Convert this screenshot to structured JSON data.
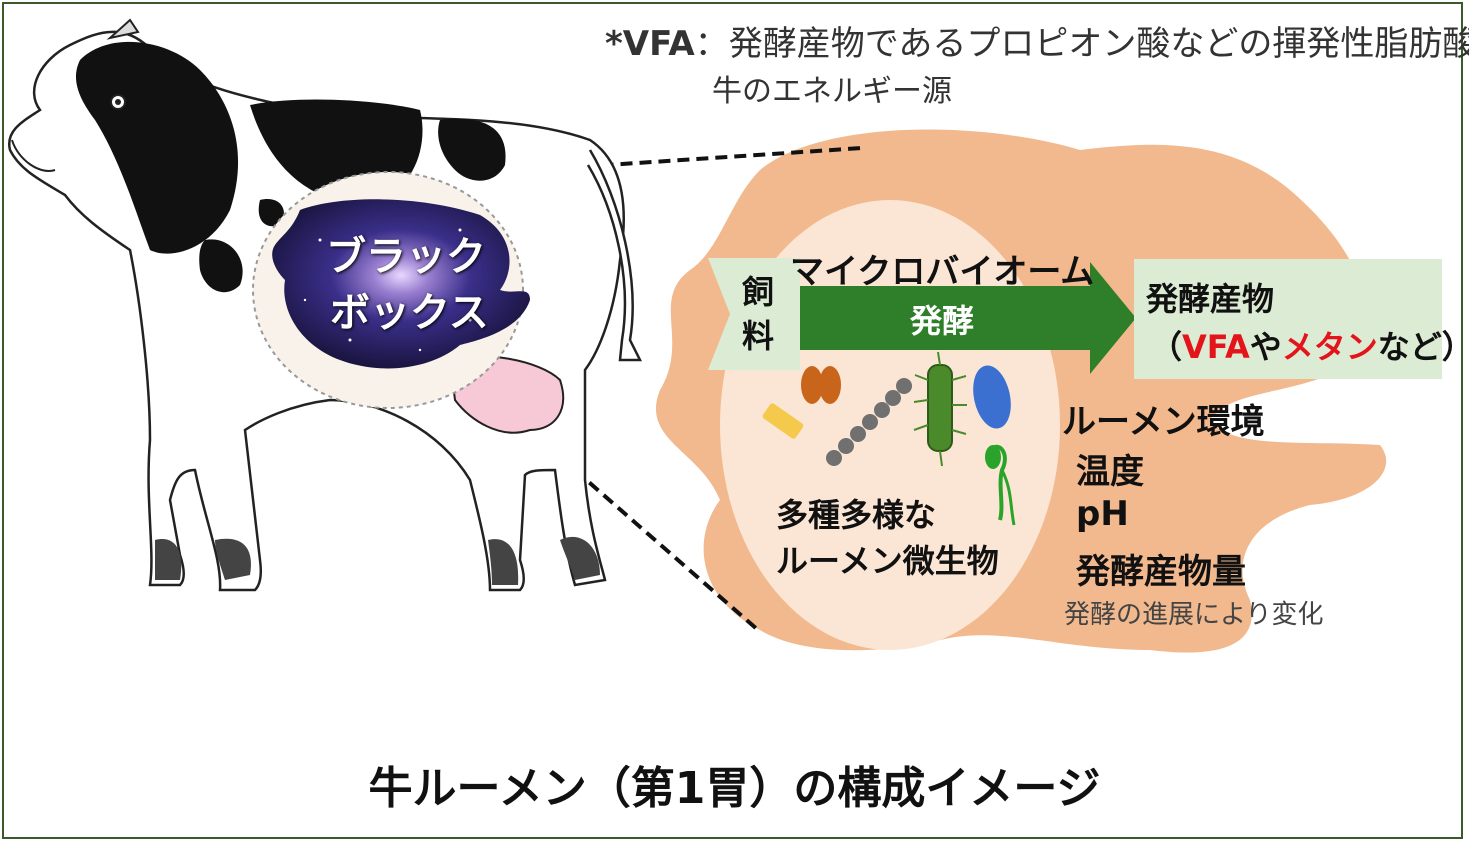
{
  "note": {
    "line1_label": "*VFA",
    "line1_rest": "：発酵産物であるプロピオン酸などの揮発性脂肪酸",
    "line2": "牛のエネルギー源"
  },
  "black_box": {
    "line1": "ブラック",
    "line2": "ボックス"
  },
  "feed_label": "飼料",
  "microbiome_label": "マイクロバイオーム",
  "fermentation_label": "発酵",
  "products": {
    "title": "発酵産物",
    "open": "（",
    "vfa": "VFA",
    "ya": "や",
    "methane": "メタン",
    "close": "など）"
  },
  "environment": {
    "title": "ルーメン環境",
    "items": [
      "温度",
      "pH",
      "発酵産物量"
    ],
    "note": "発酵の進展により変化"
  },
  "microbes": {
    "line1": "多種多様な",
    "line2": "ルーメン微生物"
  },
  "caption": "牛ルーメン（第1胃）の構成イメージ",
  "colors": {
    "frame": "#3a5a2a",
    "rumen": "#f2b98e",
    "rumen_inner": "#fbe6d6",
    "arrow": "#2f7f2a",
    "box": "#dcebd4",
    "highlight": "#e3151b",
    "galaxy": "#1e1a5c"
  },
  "icons": [
    "cow-illustration",
    "galaxy-stomach",
    "green-arrow",
    "bacteria"
  ]
}
